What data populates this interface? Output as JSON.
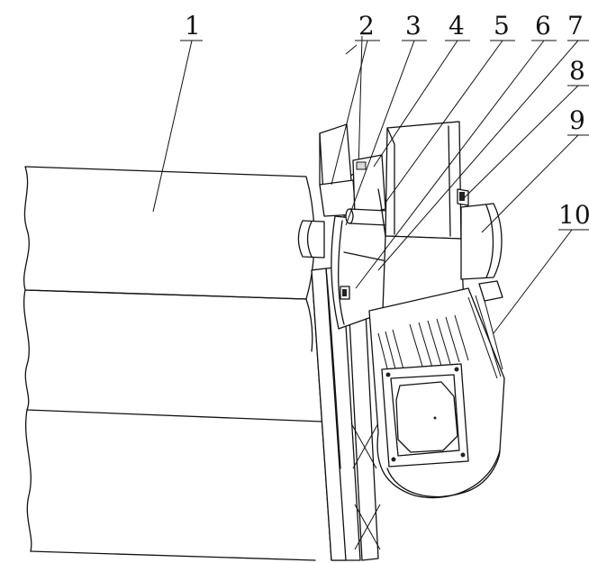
{
  "figure": {
    "labels": [
      {
        "id": "1",
        "text": "1"
      },
      {
        "id": "2",
        "text": "2"
      },
      {
        "id": "3",
        "text": "3"
      },
      {
        "id": "4",
        "text": "4"
      },
      {
        "id": "5",
        "text": "5"
      },
      {
        "id": "6",
        "text": "6"
      },
      {
        "id": "7",
        "text": "7"
      },
      {
        "id": "8",
        "text": "8"
      },
      {
        "id": "9",
        "text": "9"
      },
      {
        "id": "10",
        "text": "10"
      }
    ],
    "line_color": "#111111",
    "background": "#ffffff"
  }
}
